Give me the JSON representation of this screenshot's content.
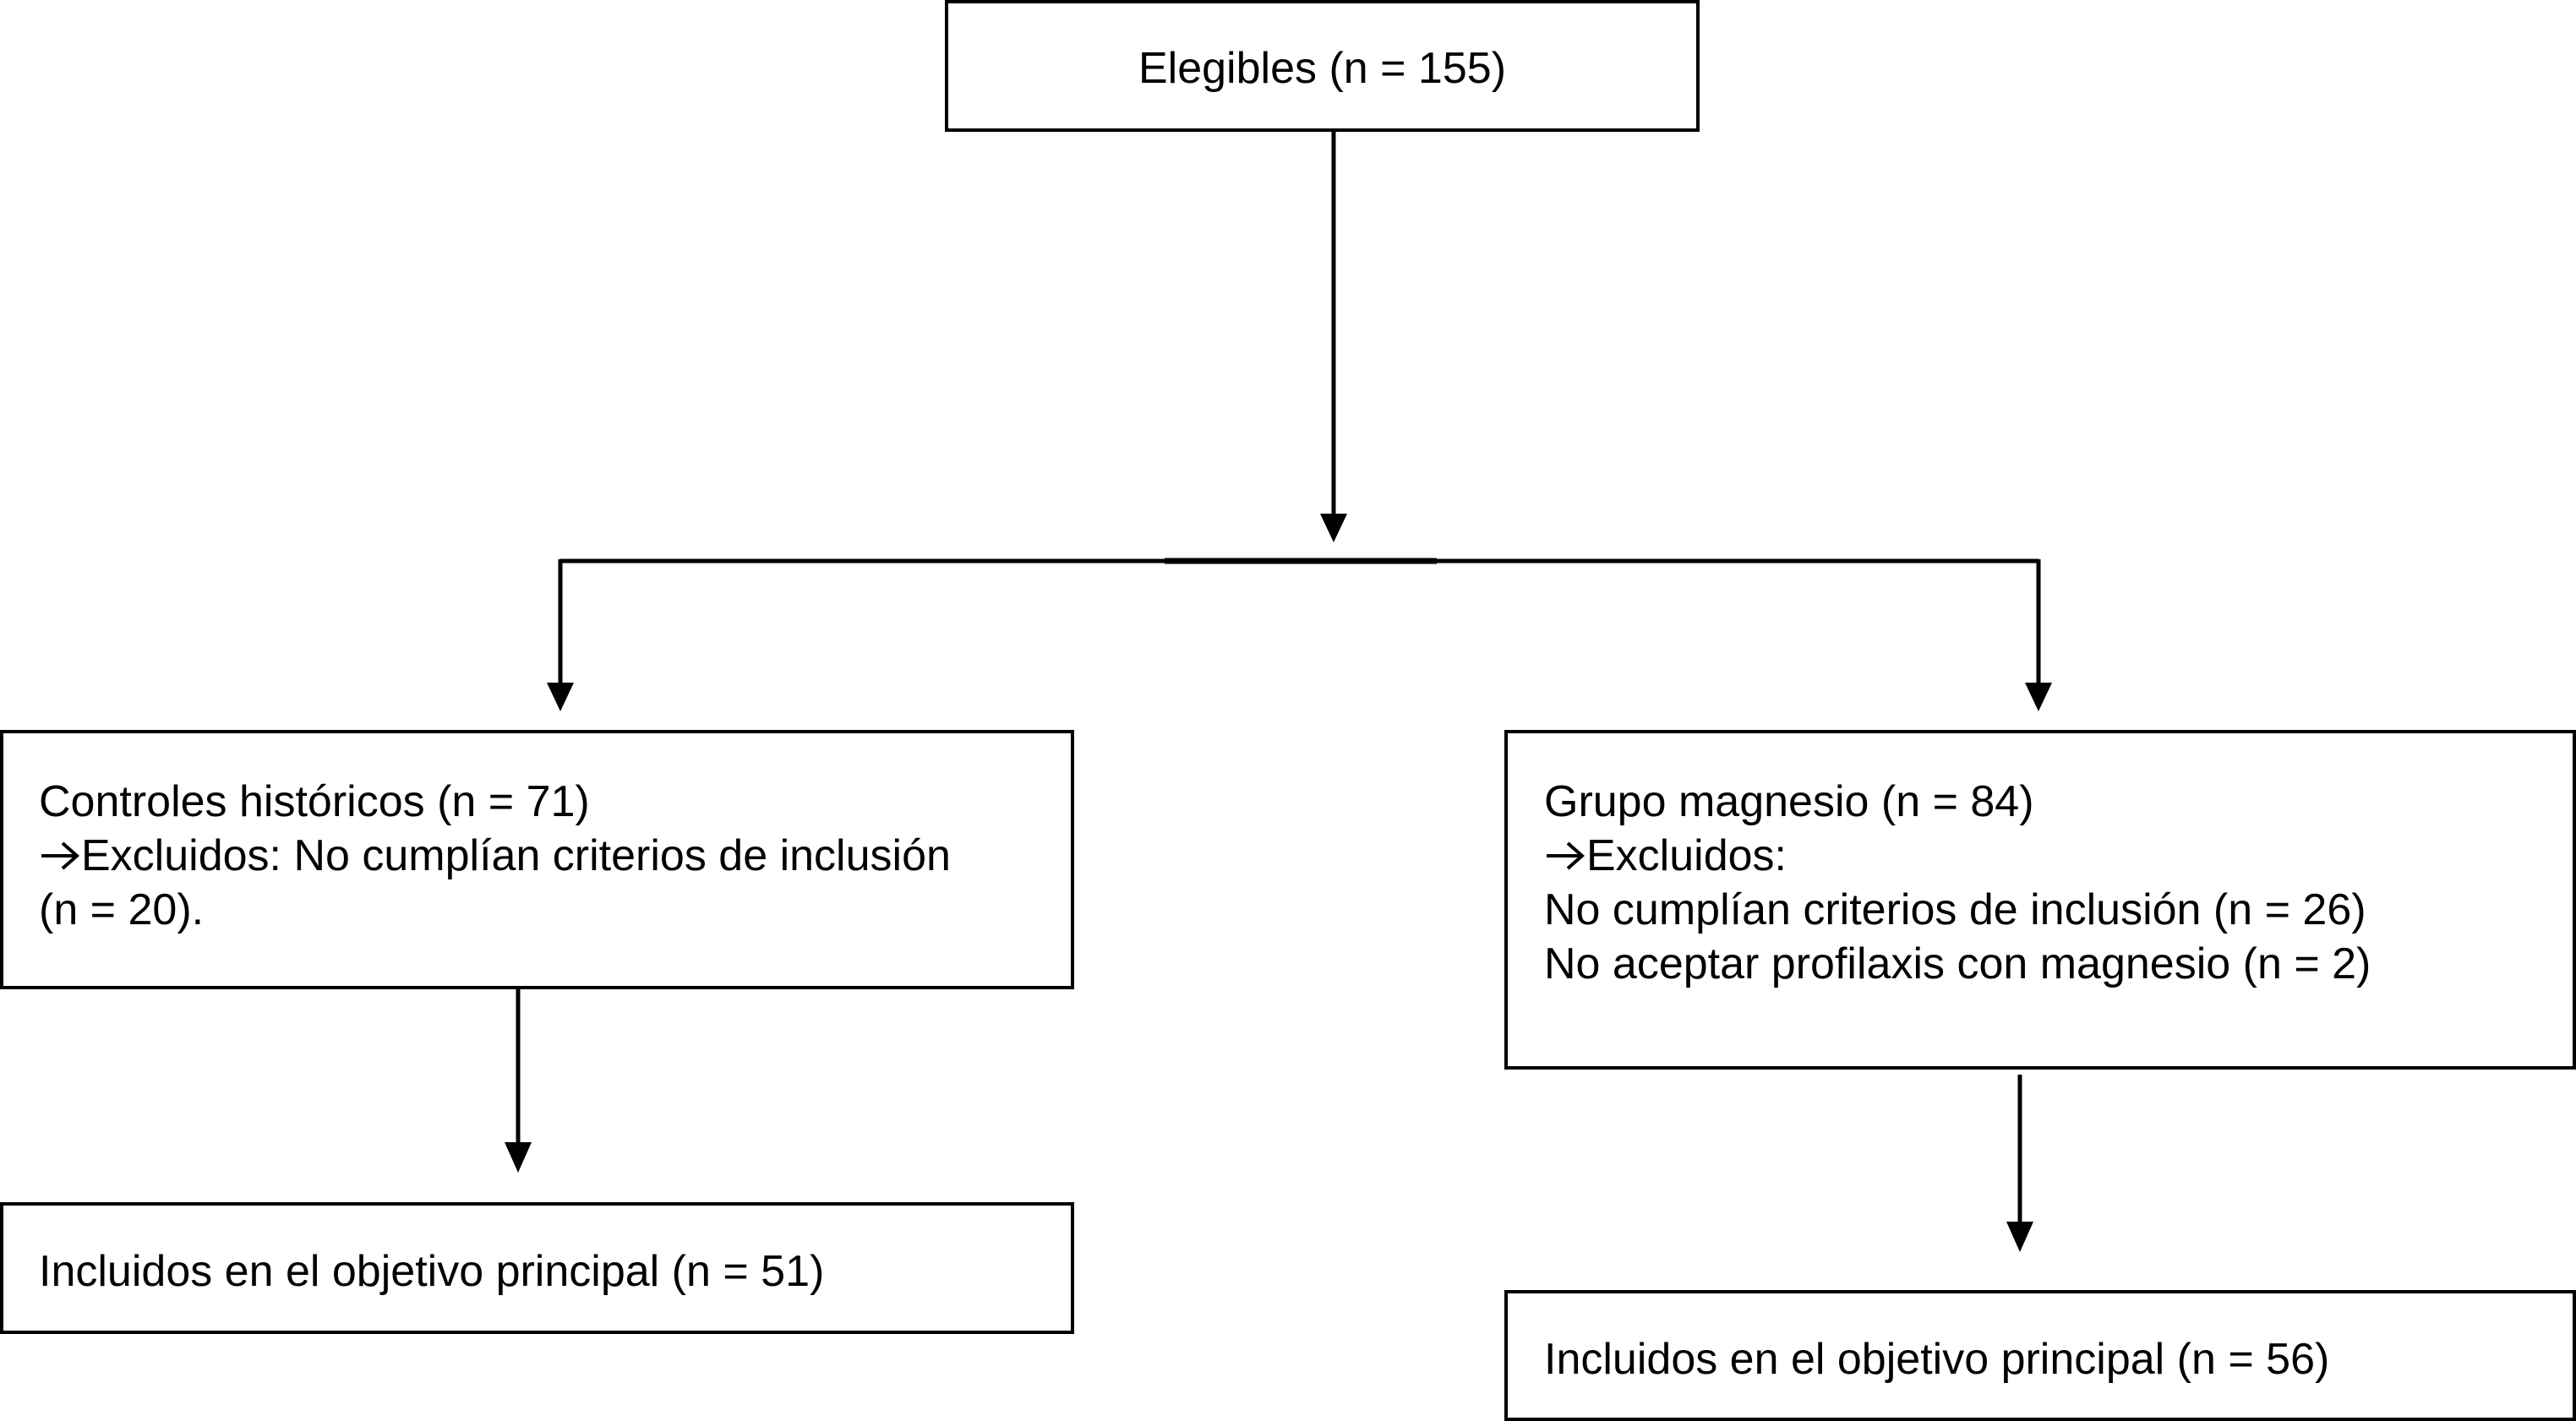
{
  "flowchart": {
    "eligibles": {
      "text": "Elegibles (n = 155)"
    },
    "historical_controls": {
      "title": "Controles históricos  (n = 71)",
      "excluded_line": "Excluidos: No cumplían criterios de inclusión",
      "excluded_count": "(n = 20)."
    },
    "magnesium_group": {
      "title": "Grupo magnesio (n = 84)",
      "excluded_label": "Excluidos:",
      "reason_1": "No cumplían criterios de inclusión (n = 26)",
      "reason_2": "No aceptar profilaxis con magnesio (n = 2)"
    },
    "included_controls": {
      "text": "Incluidos en el objetivo principal (n = 51)"
    },
    "included_magnesium": {
      "text": "Incluidos en el objetivo principal (n = 56)"
    }
  },
  "colors": {
    "stroke": "#000000",
    "background": "#ffffff"
  }
}
